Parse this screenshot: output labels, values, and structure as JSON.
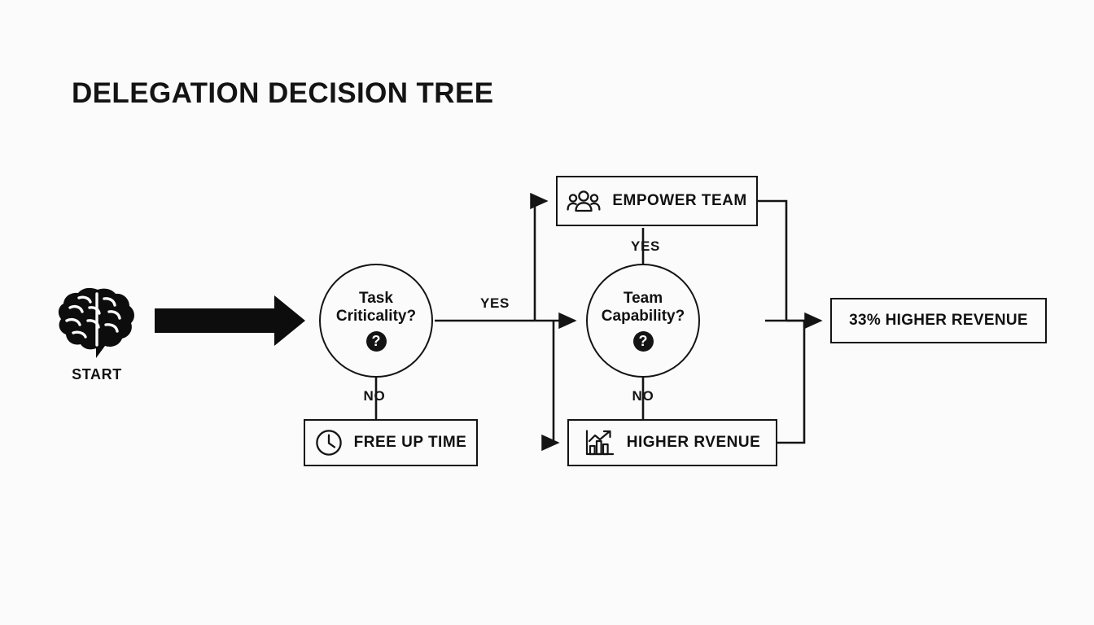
{
  "page": {
    "title": "DELEGATION DECISION TREE",
    "background_color": "#fbfbfc",
    "ink_color": "#141414"
  },
  "chart_data": {
    "type": "diagram",
    "diagram_kind": "flowchart-decision-tree",
    "title": "DELEGATION DECISION TREE",
    "nodes": [
      {
        "id": "start",
        "kind": "start",
        "label": "START",
        "icon": "brain-icon"
      },
      {
        "id": "task-criticality",
        "kind": "decision",
        "label": "Task Criticality?",
        "icon": "question-mark-icon"
      },
      {
        "id": "team-capability",
        "kind": "decision",
        "label": "Team Capability?",
        "icon": "question-mark-icon"
      },
      {
        "id": "empower-team",
        "kind": "outcome",
        "label": "EMPOWER TEAM",
        "icon": "people-group-icon"
      },
      {
        "id": "free-up-time",
        "kind": "outcome",
        "label": "FREE UP TIME",
        "icon": "clock-icon"
      },
      {
        "id": "higher-rvenue",
        "kind": "outcome",
        "label": "HIGHER RVENUE",
        "icon": "bar-chart-up-icon"
      },
      {
        "id": "revenue-result",
        "kind": "result",
        "label": "33% HIGHER REVENUE",
        "icon": "none"
      }
    ],
    "edges": [
      {
        "from": "start",
        "to": "task-criticality",
        "label": "",
        "style": "thick-arrow"
      },
      {
        "from": "task-criticality",
        "to": "team-capability",
        "label": "YES",
        "style": "arrow"
      },
      {
        "from": "task-criticality",
        "to": "free-up-time",
        "label": "NO",
        "style": "line"
      },
      {
        "from": "task-criticality",
        "to": "empower-team",
        "label": "",
        "style": "arrow"
      },
      {
        "from": "task-criticality",
        "to": "higher-rvenue",
        "label": "",
        "style": "arrow"
      },
      {
        "from": "team-capability",
        "to": "empower-team",
        "label": "YES",
        "style": "line"
      },
      {
        "from": "team-capability",
        "to": "higher-rvenue",
        "label": "NO",
        "style": "line"
      },
      {
        "from": "empower-team",
        "to": "revenue-result",
        "label": "",
        "style": "arrow"
      },
      {
        "from": "higher-rvenue",
        "to": "revenue-result",
        "label": "",
        "style": "arrow"
      }
    ],
    "edge_labels": {
      "yes_1": "YES",
      "no_1": "NO",
      "yes_2": "YES",
      "no_2": "NO"
    }
  },
  "start_node": {
    "label": "START",
    "icon": "brain-icon"
  },
  "decisions": {
    "task_criticality": {
      "line1": "Task",
      "line2": "Criticality?",
      "icon": "question-mark-icon",
      "glyph": "?"
    },
    "team_capability": {
      "line1": "Team",
      "line2": "Capability?",
      "icon": "question-mark-icon",
      "glyph": "?"
    }
  },
  "outcomes": {
    "empower_team": {
      "label": "EMPOWER TEAM",
      "icon": "people-group-icon"
    },
    "free_up_time": {
      "label": "FREE UP TIME",
      "icon": "clock-icon"
    },
    "higher_rvenue": {
      "label": "HIGHER RVENUE",
      "icon": "bar-chart-up-icon"
    },
    "revenue_result": {
      "label": "33% HIGHER REVENUE",
      "icon": "none"
    }
  }
}
